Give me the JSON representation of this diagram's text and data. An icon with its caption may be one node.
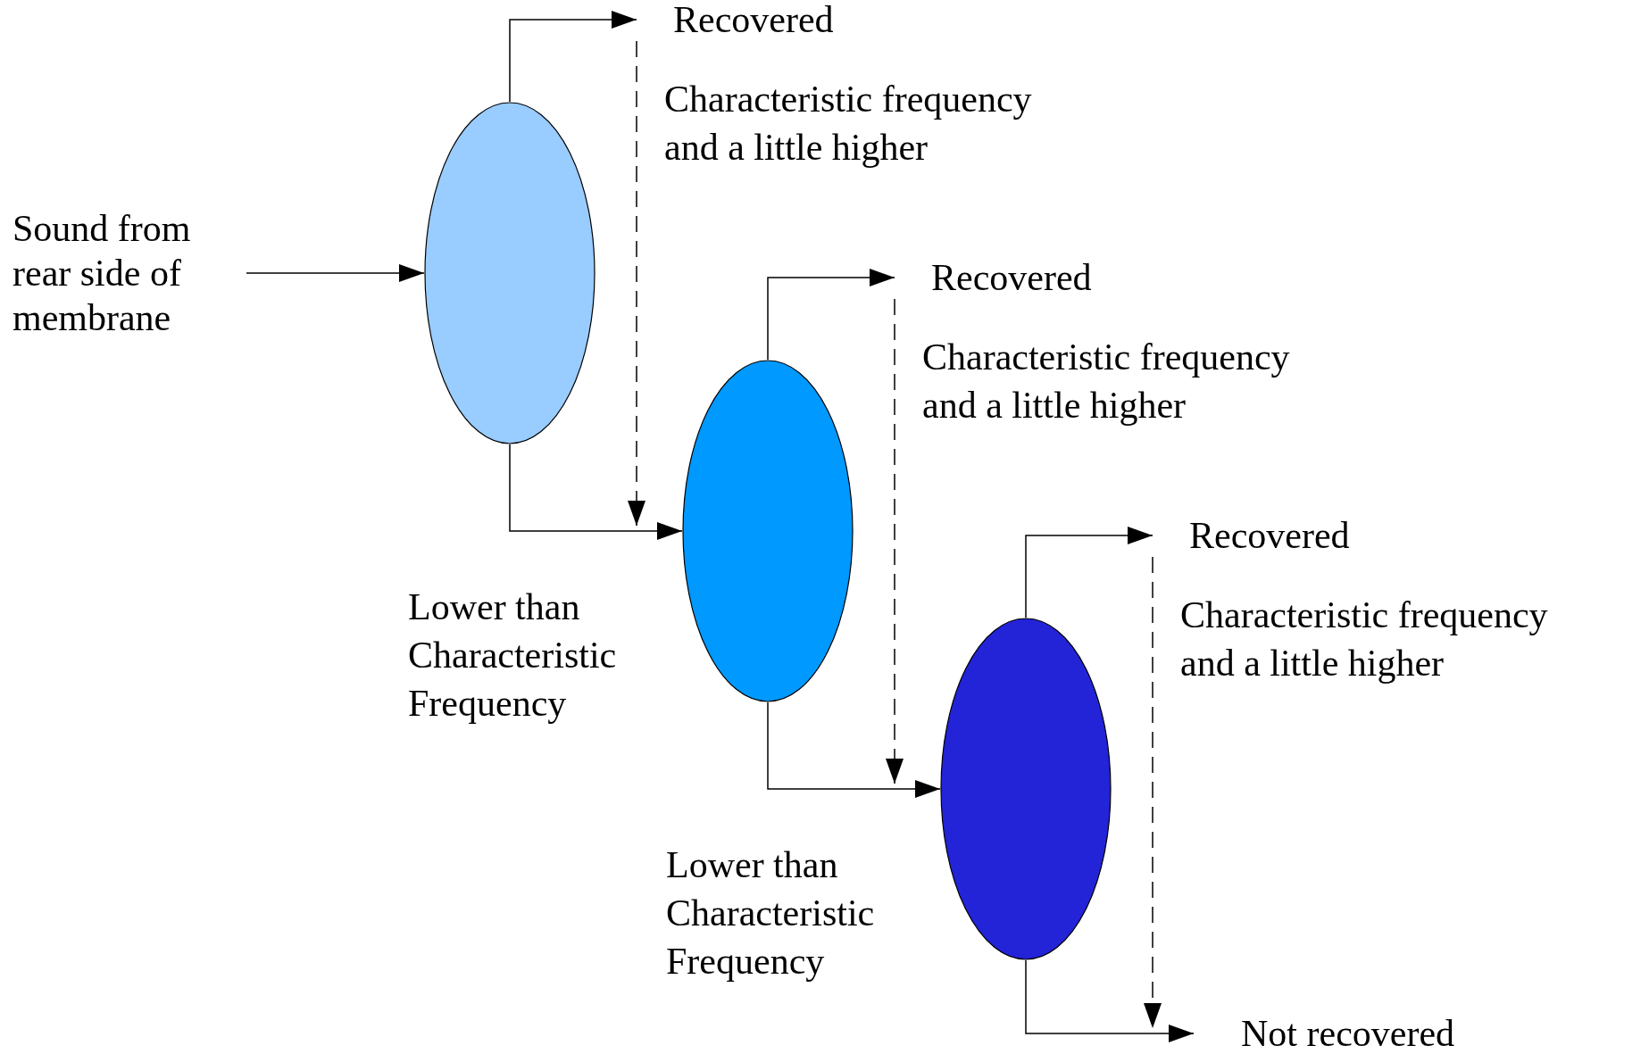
{
  "diagram": {
    "nodes": [
      {
        "text": [
          "Sound from rear side of membrane"
        ]
      },
      {
        "text": [],
        "shape": "ellipse"
      },
      {
        "text": [
          "Recovered"
        ],
        "beside": [
          "Characteristic frequency and a little higher"
        ]
      },
      {
        "text": [],
        "shape": "ellipse"
      },
      {
        "text": [
          "Recovered"
        ],
        "beside": [
          "Characteristic frequency and a little higher"
        ]
      },
      {
        "text": [],
        "shape": "ellipse"
      },
      {
        "text": [
          "Recovered"
        ],
        "beside": [
          "Characteristic frequency and a little higher"
        ]
      },
      {
        "text": [
          "Not recovered"
        ]
      }
    ],
    "edges": [
      {
        "from": 0,
        "to": 1,
        "arrow": "to"
      },
      {
        "from": 1,
        "to": 2,
        "arrow": "to"
      },
      {
        "from": 2,
        "to": 3,
        "arrow": "to",
        "style": "dashed"
      },
      {
        "from": 1,
        "to": 3,
        "arrow": "to",
        "label": "Lower than Characteristic Frequency"
      },
      {
        "from": 3,
        "to": 4,
        "arrow": "to"
      },
      {
        "from": 4,
        "to": 5,
        "arrow": "to",
        "style": "dashed"
      },
      {
        "from": 3,
        "to": 5,
        "arrow": "to",
        "label": "Lower than Characteristic Frequency"
      },
      {
        "from": 5,
        "to": 6,
        "arrow": "to"
      },
      {
        "from": 6,
        "to": 7,
        "arrow": "to",
        "style": "dashed"
      },
      {
        "from": 5,
        "to": 7,
        "arrow": "to"
      }
    ]
  }
}
